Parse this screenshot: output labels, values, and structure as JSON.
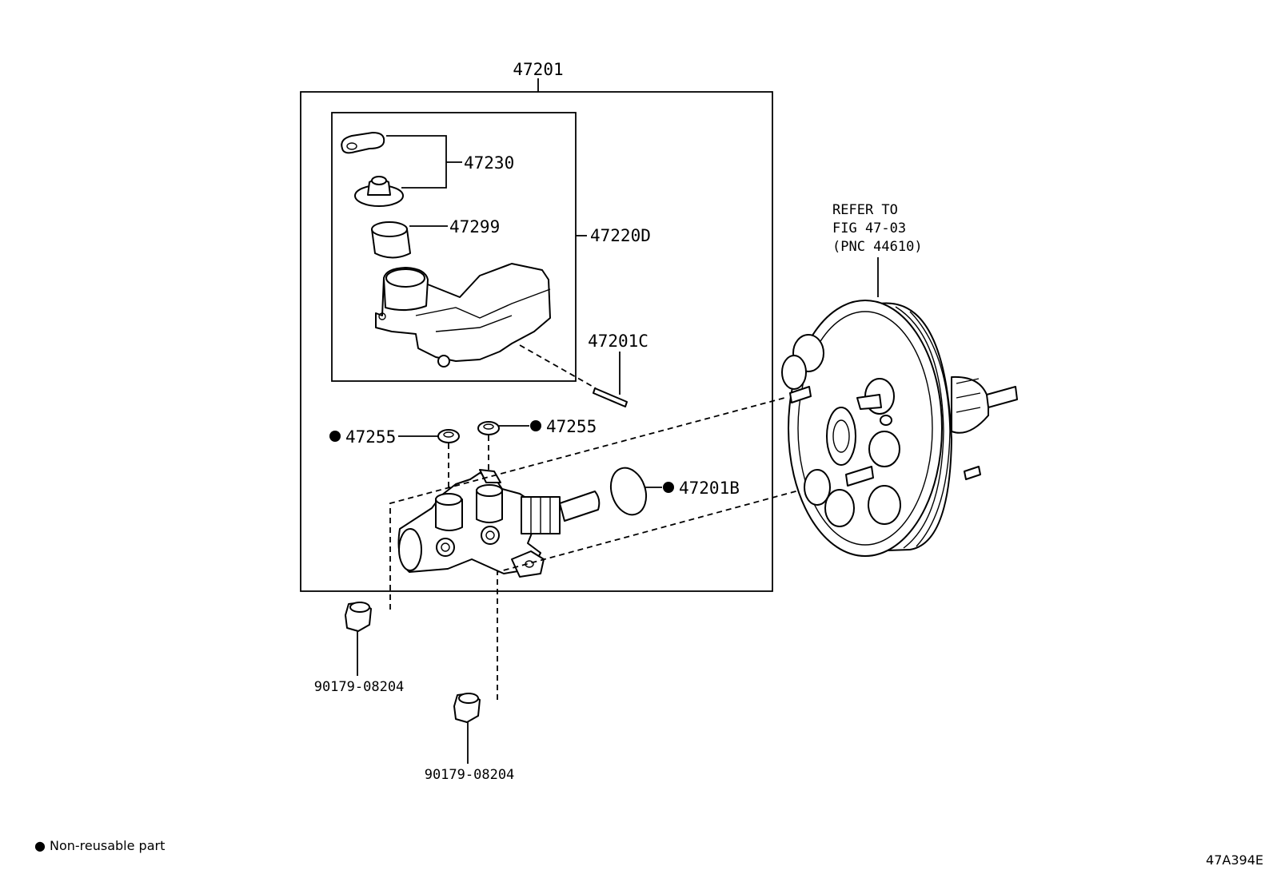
{
  "diagram": {
    "assembly_label": "47201",
    "callouts": {
      "reservoir_gasket_cap": "47230",
      "strainer": "47299",
      "reservoir_subassy": "47220D",
      "pin": "47201C",
      "grommet_left": "47255",
      "grommet_right": "47255",
      "o_ring": "47201B",
      "nut_upper": "90179-08204",
      "nut_lower": "90179-08204"
    },
    "booster_reference": {
      "line1": "REFER TO",
      "line2": "FIG 47-03",
      "line3": "(PNC 44610)"
    },
    "legend": {
      "symbol": "●",
      "text": "Non-reusable part"
    },
    "figure_code": "47A394E"
  }
}
